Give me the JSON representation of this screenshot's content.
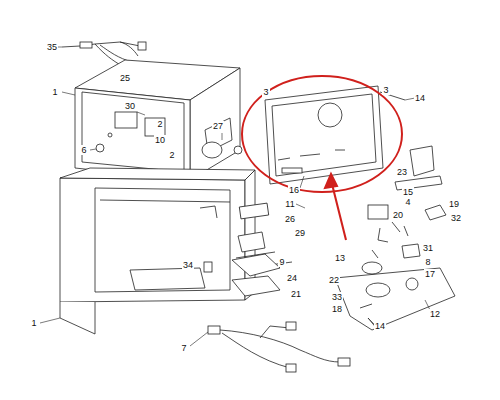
{
  "diagram": {
    "labels": [
      "35",
      "25",
      "1",
      "30",
      "2",
      "6",
      "10",
      "2",
      "27",
      "3",
      "3",
      "14",
      "16",
      "11",
      "26",
      "23",
      "15",
      "4",
      "19",
      "32",
      "20",
      "29",
      "9",
      "13",
      "22",
      "31",
      "8",
      "17",
      "34",
      "24",
      "21",
      "33",
      "18",
      "12",
      "14",
      "1",
      "7"
    ]
  }
}
